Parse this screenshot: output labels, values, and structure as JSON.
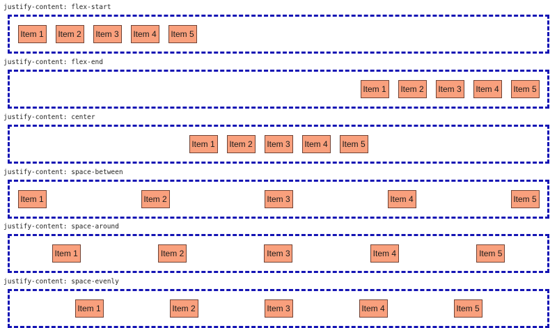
{
  "sections": [
    {
      "label": "justify-content: flex-start",
      "justify": "flex-start",
      "items": [
        "Item 1",
        "Item 2",
        "Item 3",
        "Item 4",
        "Item 5"
      ]
    },
    {
      "label": "justify-content: flex-end",
      "justify": "flex-end",
      "items": [
        "Item 1",
        "Item 2",
        "Item 3",
        "Item 4",
        "Item 5"
      ]
    },
    {
      "label": "justify-content: center",
      "justify": "center",
      "items": [
        "Item 1",
        "Item 2",
        "Item 3",
        "Item 4",
        "Item 5"
      ]
    },
    {
      "label": "justify-content: space-between",
      "justify": "space-between",
      "items": [
        "Item 1",
        "Item 2",
        "Item 3",
        "Item 4",
        "Item 5"
      ]
    },
    {
      "label": "justify-content: space-around",
      "justify": "space-around",
      "items": [
        "Item 1",
        "Item 2",
        "Item 3",
        "Item 4",
        "Item 5"
      ]
    },
    {
      "label": "justify-content: space-evenly",
      "justify": "space-evenly",
      "items": [
        "Item 1",
        "Item 2",
        "Item 3",
        "Item 4",
        "Item 5"
      ]
    }
  ],
  "colors": {
    "container_border": "#1414b4",
    "item_fill": "#f9a07d",
    "item_border": "#6e4235"
  }
}
